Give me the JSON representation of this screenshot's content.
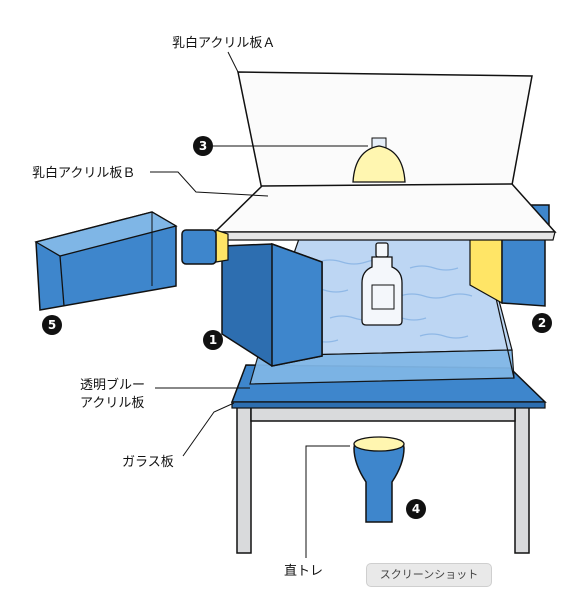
{
  "labels": {
    "panel_a": "乳白アクリル板Ａ",
    "panel_b": "乳白アクリル板Ｂ",
    "blue_line1": "透明ブルー",
    "blue_line2": "アクリル板",
    "glass": "ガラス板",
    "direct": "直トレ"
  },
  "markers": {
    "m1": "1",
    "m2": "2",
    "m3": "3",
    "m4": "4",
    "m5": "5"
  },
  "tooltip": "スクリーンショット",
  "colors": {
    "blue": "#3e86cc",
    "blue_dark": "#2d6eb0",
    "blue_light": "#7fb6e6",
    "light_glow": "#fff6b0",
    "acrylic_white": "#fbfbfb",
    "table_gray": "#d9dadc"
  }
}
